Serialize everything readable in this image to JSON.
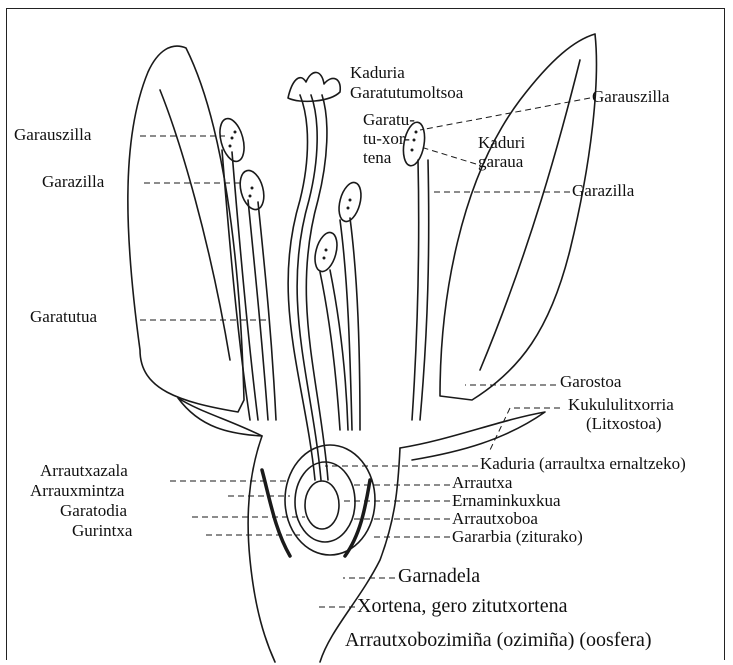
{
  "labels": {
    "kaduria": "Kaduria",
    "garatutumoltsoa": "Garatutumoltsoa",
    "garauszilla_left": "Garauszilla",
    "garauszilla_right": "Garauszilla",
    "garazilla_left": "Garazilla",
    "garazilla_right": "Garazilla",
    "garatutu_xortena": [
      "Garatu-",
      "tu-xor-",
      "tena"
    ],
    "kaduri_garaua": [
      "Kaduri",
      "garaua"
    ],
    "garatutua": "Garatutua",
    "garostoa": "Garostoa",
    "kukululitxorria": [
      "Kukululitxorria",
      "(Litxostoa)"
    ],
    "kaduria_arraultxa": "Kaduria (arraultxa ernaltzeko)",
    "arrautxa": "Arrautxa",
    "ernaminkuxkua": "Ernaminkuxkua",
    "arrautxoboa": "Arrautxoboa",
    "gararbia": "Gararbia (ziturako)",
    "arrautxazala": "Arrautxazala",
    "arrauxmintza": "Arrauxmintza",
    "garatodia": "Garatodia",
    "gurintxa": "Gurintxa",
    "garnadela": "Garnadela",
    "xortena": "Xortena, gero zitutxortena",
    "arrautxobozimina": "Arrautxobozimiña (ozimiña) (oosfera)"
  }
}
